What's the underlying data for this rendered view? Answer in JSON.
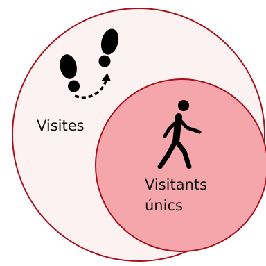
{
  "diagram": {
    "outer_label": "Visites",
    "inner_label_line1": "Visitants",
    "inner_label_line2": "únics",
    "outer_circle": {
      "fill": "#fdf2f2",
      "stroke": "#a8111c"
    },
    "inner_circle": {
      "fill": "#f4a6aa",
      "stroke": "#a8111c"
    },
    "icons": [
      "footprints-icon",
      "dashed-arrow-icon",
      "walking-person-icon"
    ]
  }
}
